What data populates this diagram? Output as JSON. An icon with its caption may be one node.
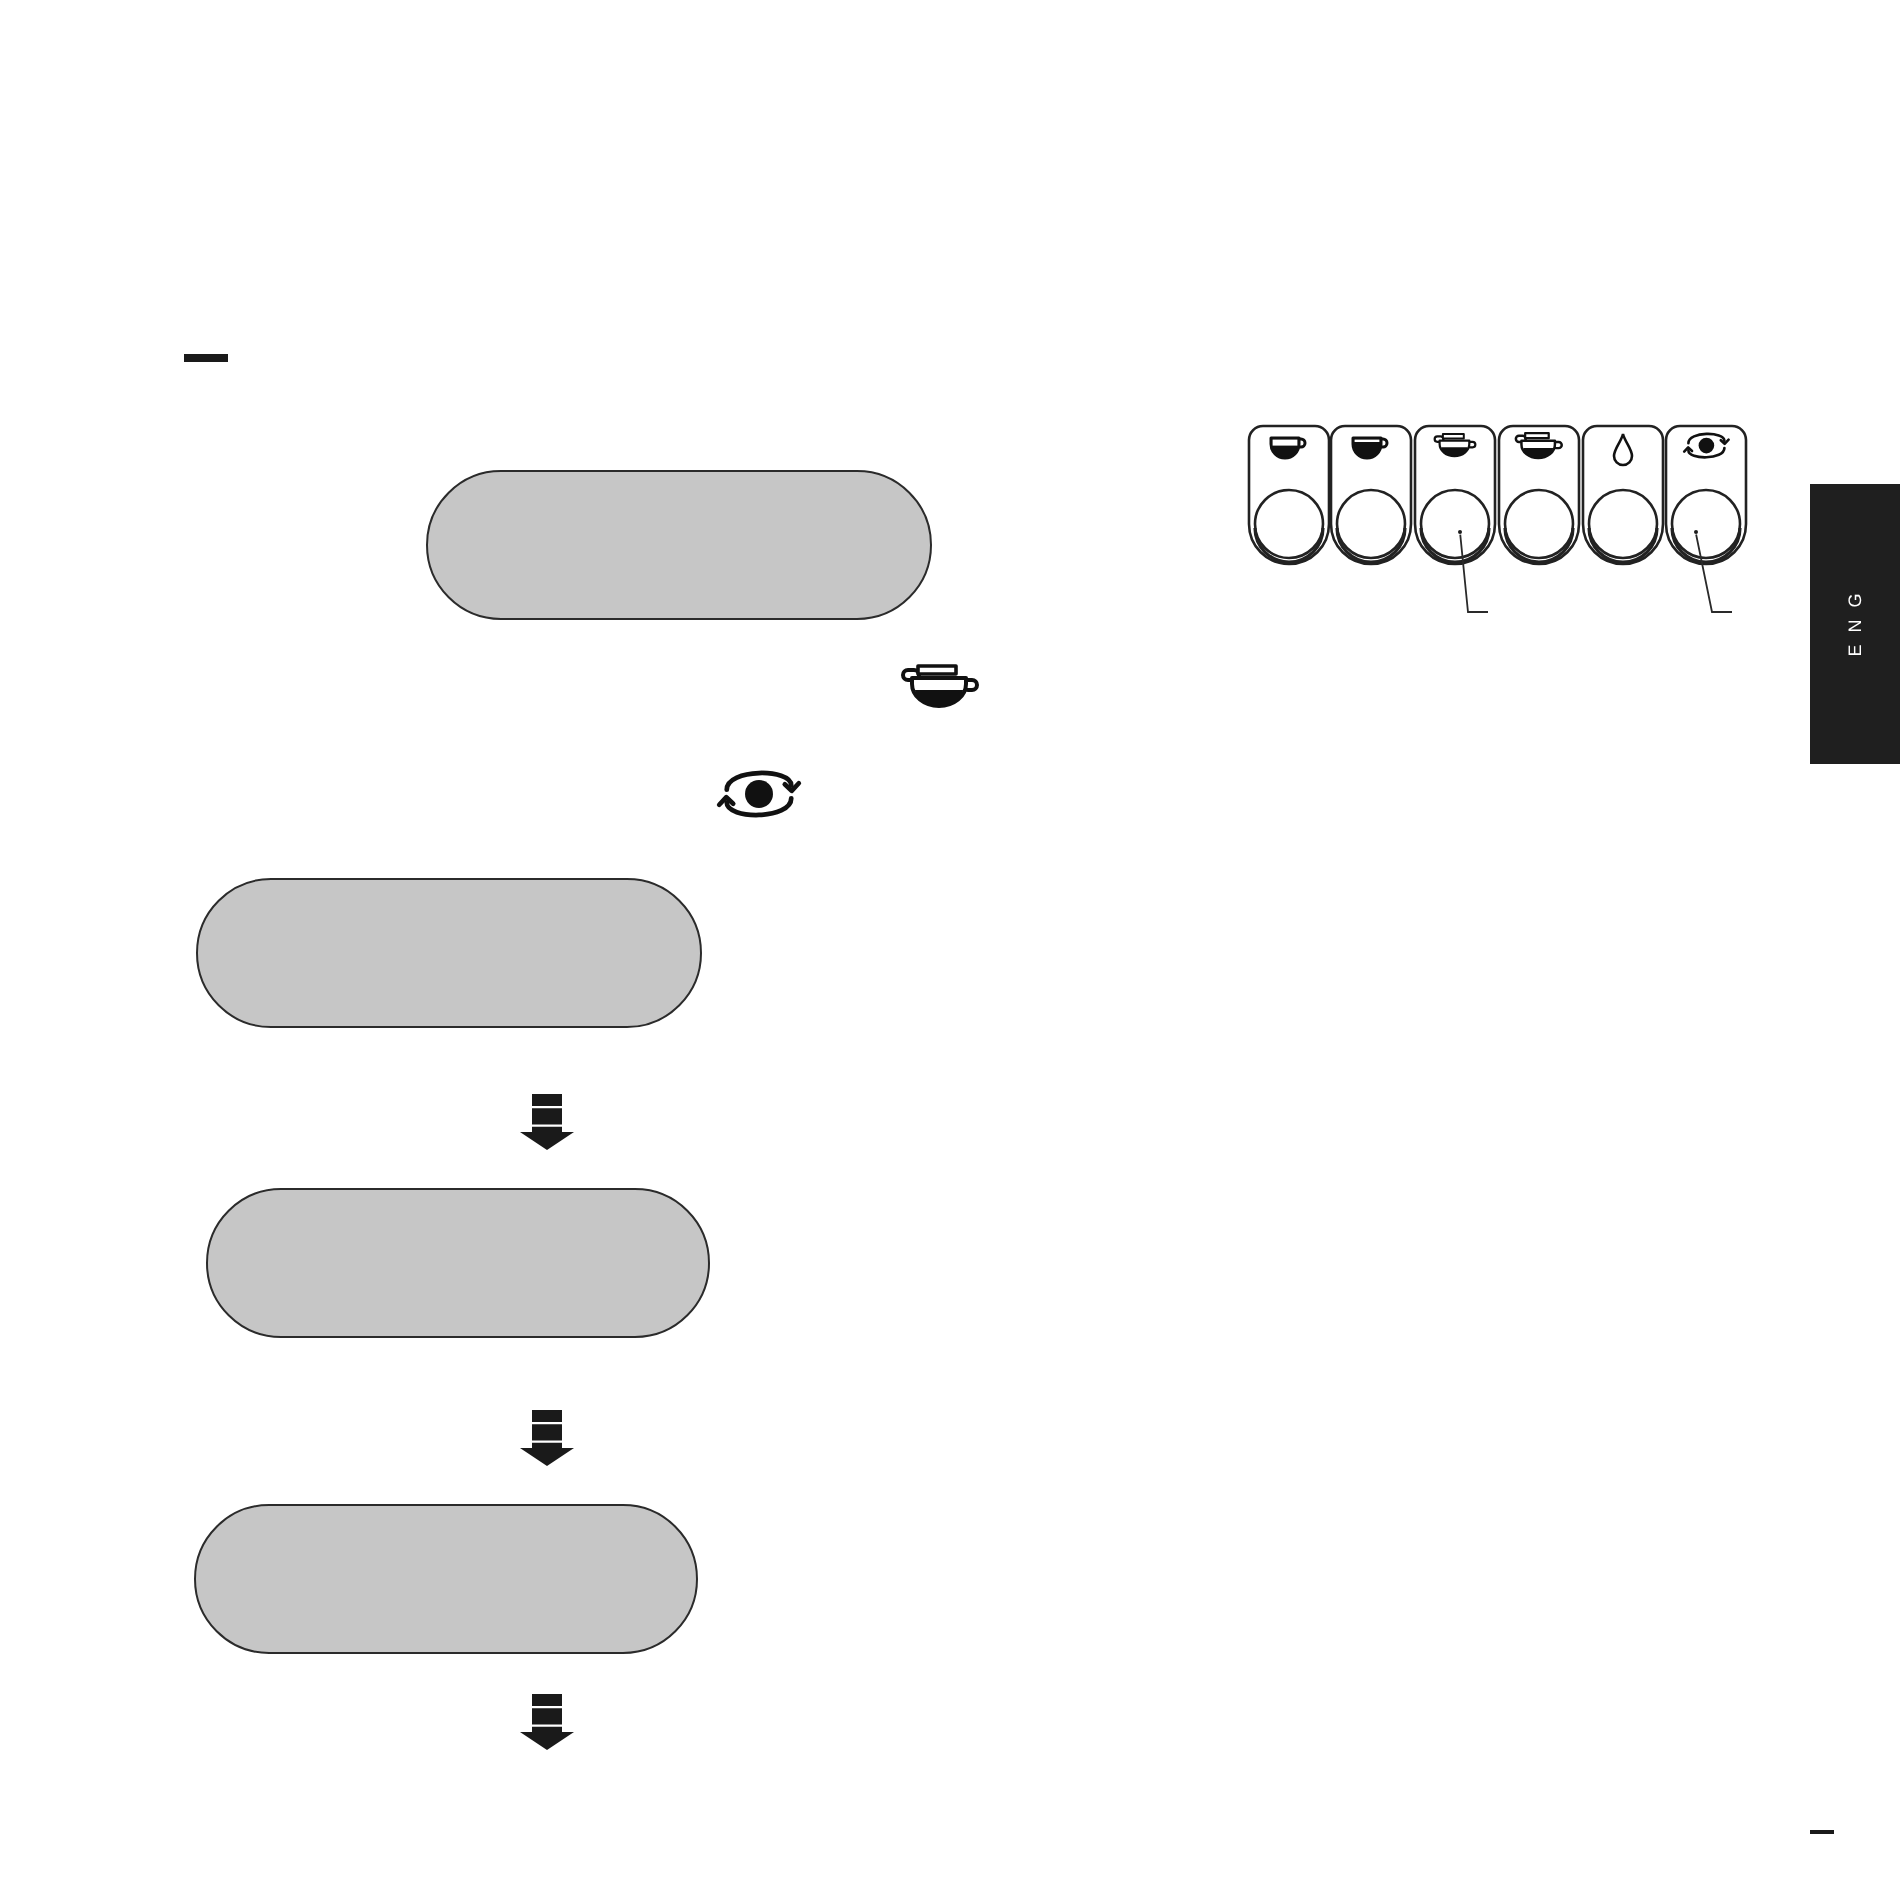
{
  "diagram": {
    "nodes": [
      {
        "text": [],
        "shape": "box"
      },
      {
        "text": [],
        "shape": "circle"
      },
      {
        "text": [],
        "shape": "circle"
      },
      {
        "text": [
          "ENG"
        ]
      },
      {
        "text": [],
        "shape": "box"
      },
      {
        "text": [],
        "shape": "box"
      },
      {
        "text": [],
        "shape": "box"
      }
    ],
    "edges": [
      {
        "from": null,
        "to": 1,
        "arrow": "none"
      },
      {
        "from": null,
        "to": 2,
        "arrow": "none"
      },
      {
        "from": 4,
        "to": 5,
        "arrow": "to"
      },
      {
        "from": 5,
        "to": 6,
        "arrow": "to"
      },
      {
        "from": 6,
        "to": null,
        "arrow": "to"
      }
    ]
  }
}
